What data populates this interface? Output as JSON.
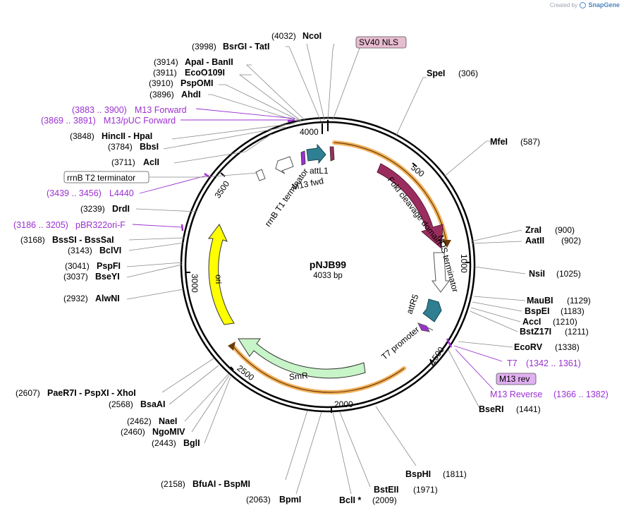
{
  "credit": {
    "prefix": "Created by",
    "brand": "SnapGene"
  },
  "plasmid": {
    "name": "pNJB99",
    "size_label": "4033 bp",
    "length": 4033
  },
  "ticks": [
    "500",
    "1000",
    "1500",
    "2000",
    "2500",
    "3000",
    "3500",
    "4000"
  ],
  "right_sites": [
    {
      "name": "SpeI",
      "pos": "(306)"
    },
    {
      "name": "MfeI",
      "pos": "(587)"
    },
    {
      "name": "ZraI",
      "pos": "(900)"
    },
    {
      "name": "AatII",
      "pos": "(902)"
    },
    {
      "name": "NsiI",
      "pos": "(1025)"
    },
    {
      "name": "MauBI",
      "pos": "(1129)"
    },
    {
      "name": "BspEI",
      "pos": "(1183)"
    },
    {
      "name": "AccI",
      "pos": "(1210)"
    },
    {
      "name": "BstZ17I",
      "pos": "(1211)"
    },
    {
      "name": "EcoRV",
      "pos": "(1338)"
    },
    {
      "name": "BseRI",
      "pos": "(1441)"
    }
  ],
  "right_primers": [
    {
      "name": "T7",
      "range": "(1342 .. 1361)"
    },
    {
      "name": "M13 rev",
      "boxed": true
    },
    {
      "name": "M13 Reverse",
      "range": "(1366 .. 1382)"
    }
  ],
  "bottom_sites": [
    {
      "name": "BspHI",
      "pos": "(1811)"
    },
    {
      "name": "BstEII",
      "pos": "(1971)"
    },
    {
      "name": "BclI *",
      "pos": "(2009)"
    },
    {
      "name": "BpmI",
      "pos": "(2063)"
    },
    {
      "name": "BfuAI  -  BspMI",
      "pos": "(2158)"
    }
  ],
  "left_sites": [
    {
      "name": "NcoI",
      "pos": "(4032)"
    },
    {
      "name": "BsrGI  -  TatI",
      "pos": "(3998)"
    },
    {
      "name": "ApaI  -  BanII",
      "pos": "(3914)"
    },
    {
      "name": "EcoO109I",
      "pos": "(3911)"
    },
    {
      "name": "PspOMI",
      "pos": "(3910)"
    },
    {
      "name": "AhdI",
      "pos": "(3896)"
    },
    {
      "name": "HincII  -  HpaI",
      "pos": "(3848)"
    },
    {
      "name": "BbsI",
      "pos": "(3784)"
    },
    {
      "name": "AclI",
      "pos": "(3711)"
    },
    {
      "name": "DrdI",
      "pos": "(3239)"
    },
    {
      "name": "BssSI  -  BssSaI",
      "pos": "(3168)"
    },
    {
      "name": "BclVI",
      "pos": "(3143)"
    },
    {
      "name": "PspFI",
      "pos": "(3041)"
    },
    {
      "name": "BseYI",
      "pos": "(3037)"
    },
    {
      "name": "AlwNI",
      "pos": "(2932)"
    },
    {
      "name": "PaeR7I  -  PspXI  -  XhoI",
      "pos": "(2607)"
    },
    {
      "name": "BsaAI",
      "pos": "(2568)"
    },
    {
      "name": "NaeI",
      "pos": "(2462)"
    },
    {
      "name": "NgoMIV",
      "pos": "(2460)"
    },
    {
      "name": "BglI",
      "pos": "(2443)"
    }
  ],
  "left_primers": [
    {
      "name": "M13 Forward",
      "range": "(3883 .. 3900)"
    },
    {
      "name": "M13/pUC Forward",
      "range": "(3869 .. 3891)"
    },
    {
      "name": "L4440",
      "range": "(3439 .. 3456)"
    },
    {
      "name": "pBR322ori-F",
      "range": "(3186 .. 3205)"
    }
  ],
  "boxed_labels": {
    "sv40": "SV40 NLS",
    "rrnb_t2": "rrnB T2 terminator"
  },
  "features": {
    "attL1": "attL1",
    "m13fwd": "M13 fwd",
    "rrnb_t1": "rrnB T1 terminator",
    "foki": "FokI cleavage domain",
    "nos": "NOS terminator",
    "attR5": "attR5",
    "t7prom": "T7 promoter",
    "ori": "ori",
    "smr": "SmR"
  },
  "colors": {
    "foki": "#9b2d5e",
    "attsite": "#2e7f91",
    "ori": "#ffff00",
    "smr": "#c8f5c8",
    "orf_band": "#f2b15b",
    "primer": "#9b30d0",
    "sv40_box": "#e8bcd0",
    "m13rev_box": "#e0b0f0"
  }
}
